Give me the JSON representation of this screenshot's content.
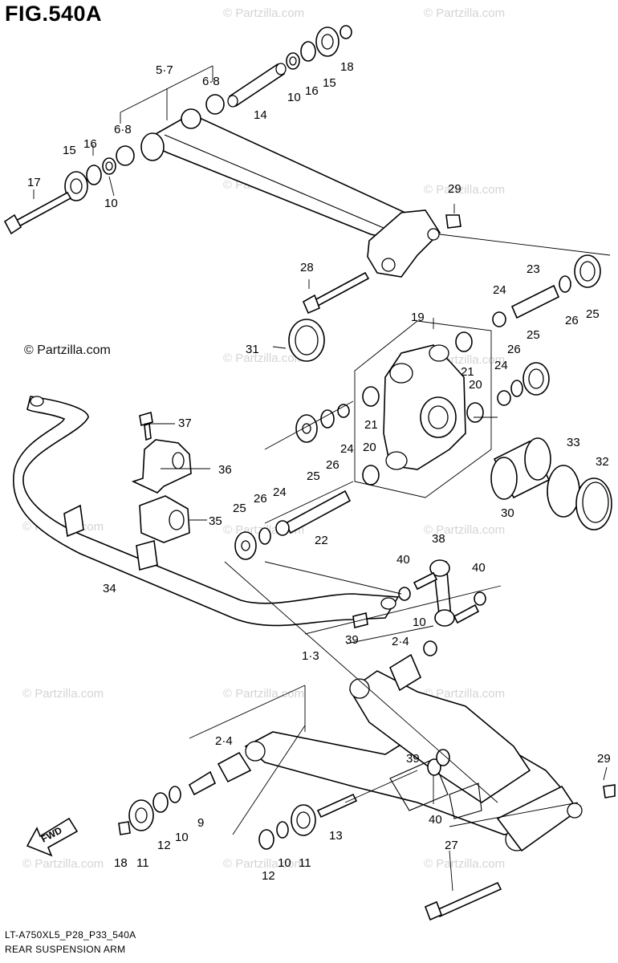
{
  "header": {
    "title": "FIG.540A"
  },
  "footer": {
    "model_code": "LT-A750XL5_P28_P33_540A",
    "diagram_name": "REAR SUSPENSION ARM"
  },
  "copyright": "© Partzilla.com",
  "watermark": "© Partzilla.com",
  "fwd_label": "FWD",
  "callouts": {
    "c57": "5·7",
    "c68a": "6·8",
    "c68b": "6·8",
    "c14": "14",
    "c10a": "10",
    "c16a": "16",
    "c15a": "15",
    "c18a": "18",
    "c15b": "15",
    "c16b": "16",
    "c17": "17",
    "c10b": "10",
    "c29a": "29",
    "c28": "28",
    "c23": "23",
    "c24a": "24",
    "c26a": "26",
    "c25a": "25",
    "c19": "19",
    "c31": "31",
    "c21a": "21",
    "c26b": "26",
    "c25b": "25",
    "c24b": "24",
    "c20a": "20",
    "c21b": "21",
    "c24c": "24",
    "c26c": "26",
    "c25c": "25",
    "c20b": "20",
    "c37": "37",
    "c36": "36",
    "c33": "33",
    "c32": "32",
    "c30": "30",
    "c35": "35",
    "c25d": "25",
    "c26d": "26",
    "c24d": "24",
    "c22": "22",
    "c38": "38",
    "c34": "34",
    "c40a": "40",
    "c40b": "40",
    "c10c": "10",
    "c39a": "39",
    "c24e": "2·4",
    "c13a": "1·3",
    "c24f": "2·4",
    "c39b": "39",
    "c29b": "29",
    "c40c": "40",
    "c9": "9",
    "c13b": "13",
    "c10d": "10",
    "c12a": "12",
    "c11a": "11",
    "c18b": "18",
    "c27": "27",
    "c12b": "12",
    "c10e": "10",
    "c11b": "11"
  }
}
